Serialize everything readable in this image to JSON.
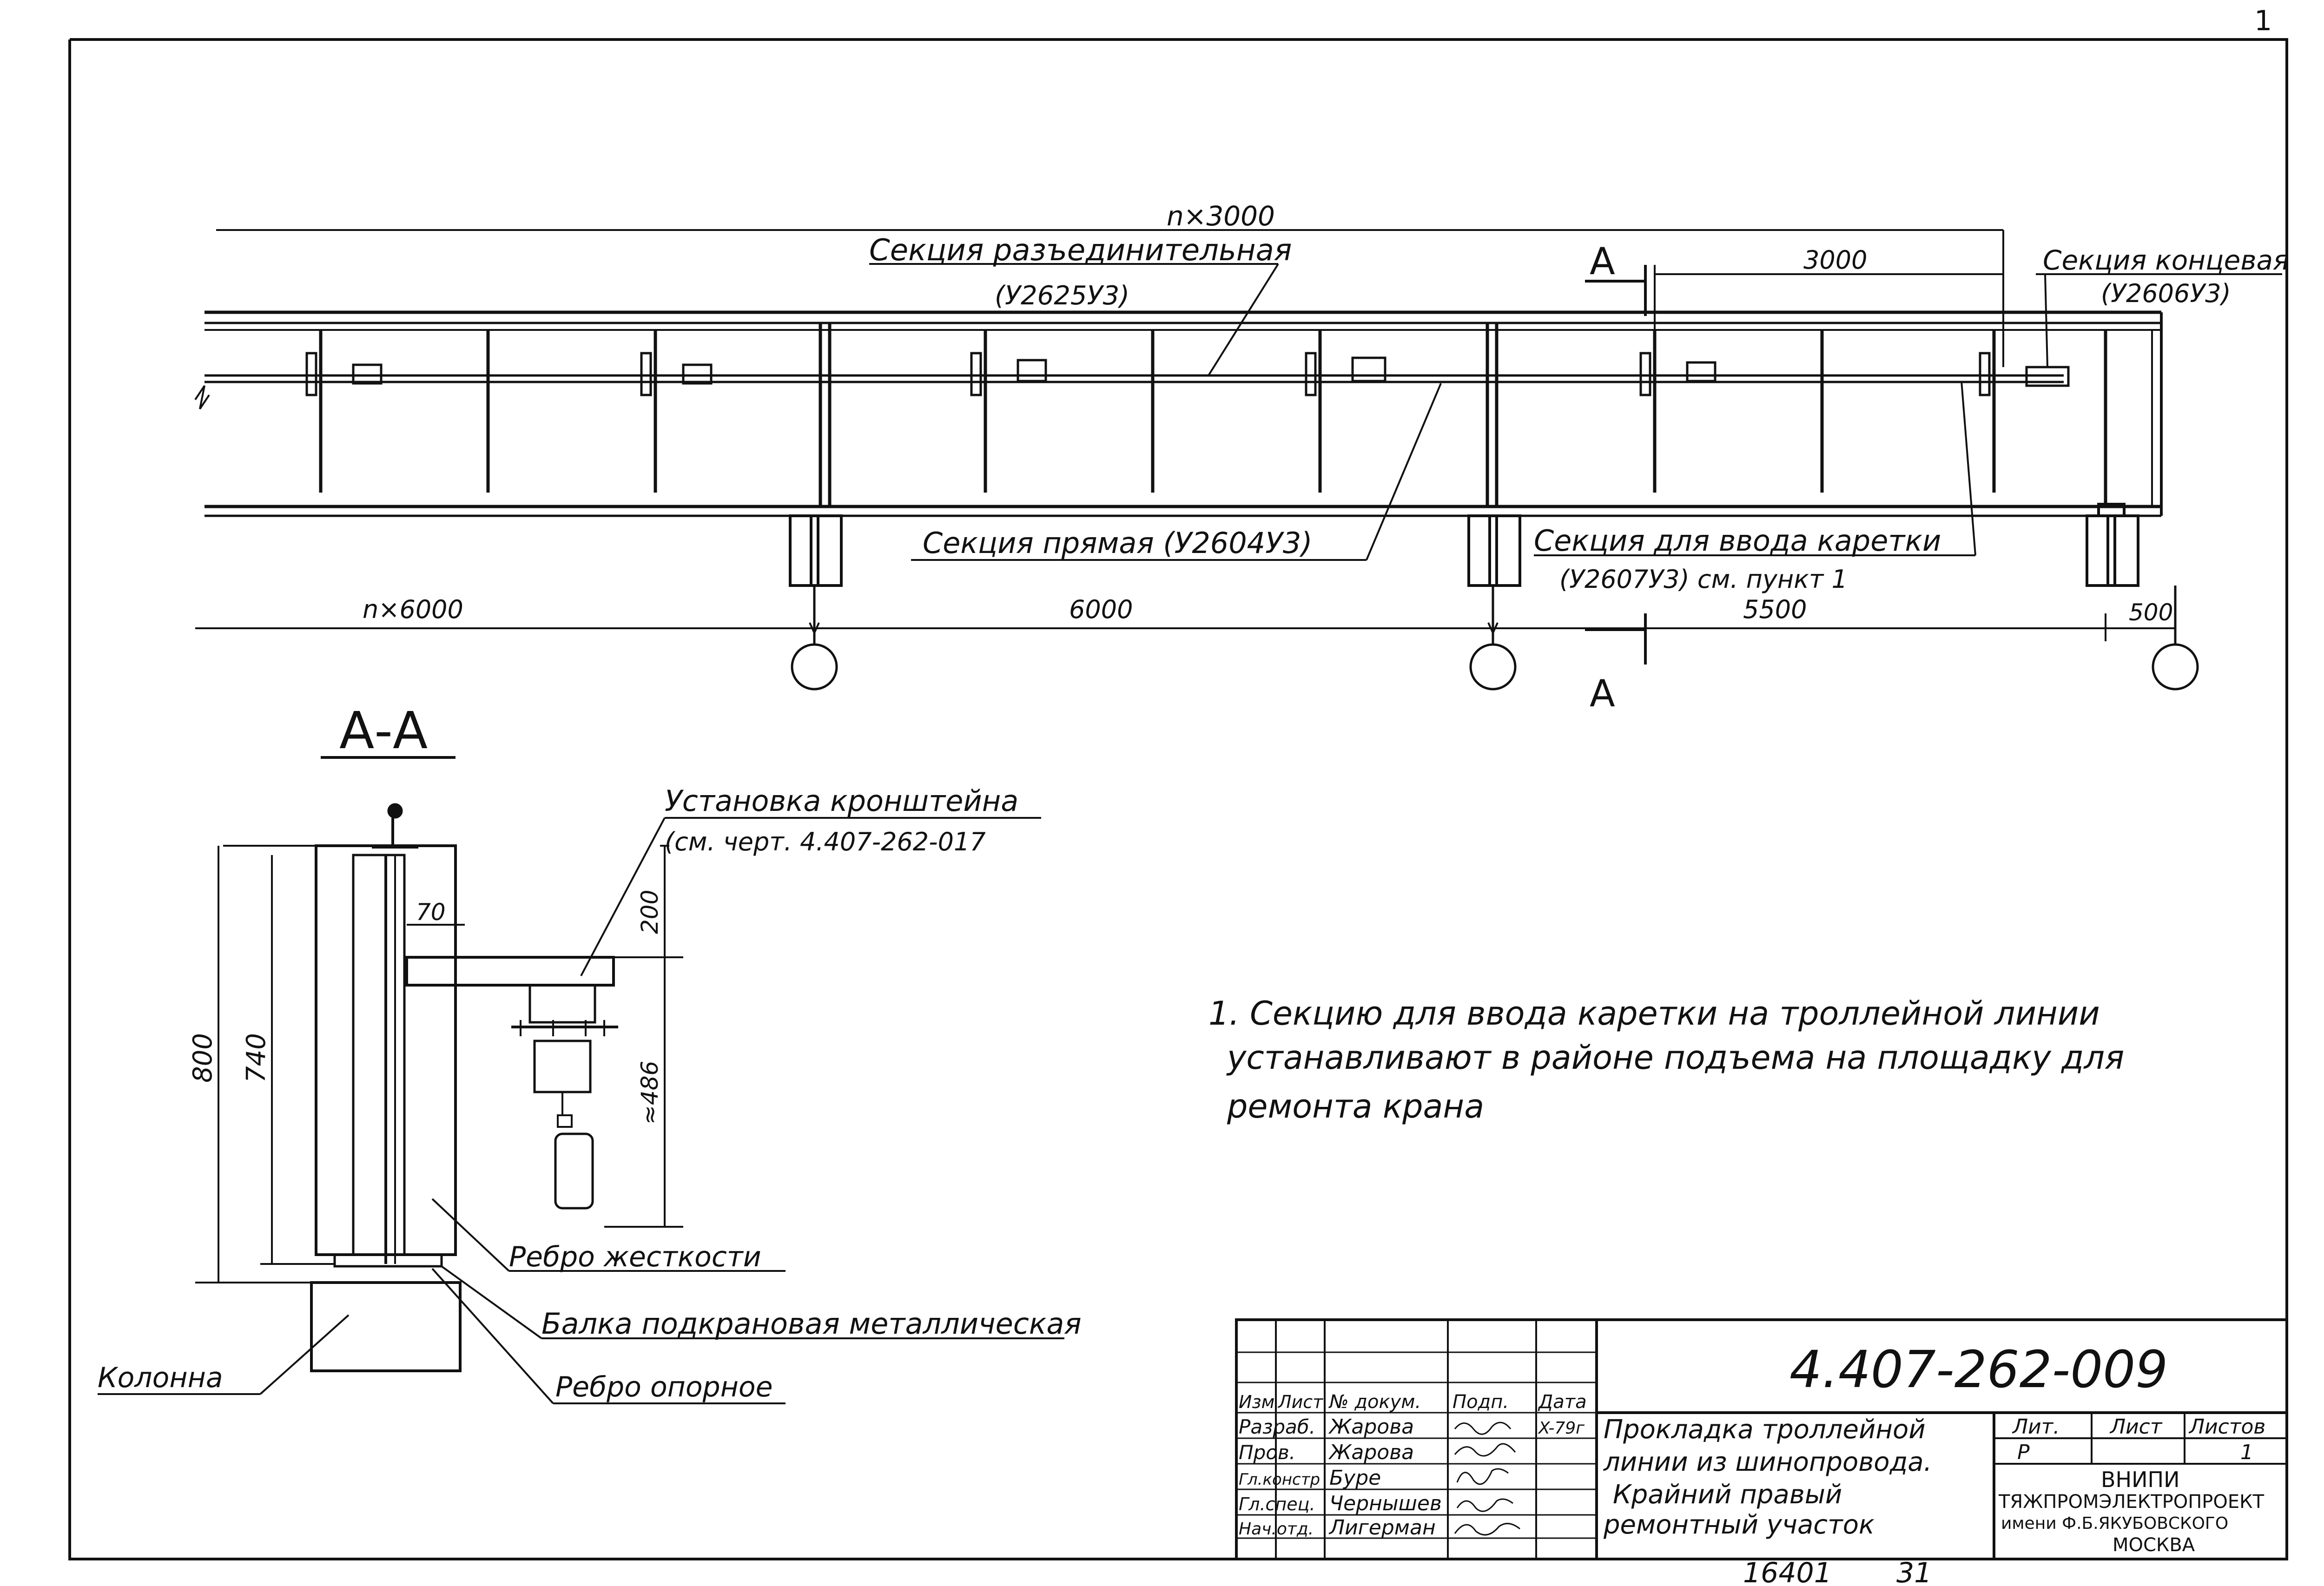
{
  "drawing": {
    "page_corner_mark": "1",
    "elevation": {
      "total_dim": "n×3000",
      "span_dims": [
        "n×6000",
        "6000",
        "5500",
        "500"
      ],
      "top_dim_3000": "3000",
      "section_mark": "A",
      "labels": {
        "disconnect_section": "Секция разъединительная",
        "disconnect_code": "(У2625У3)",
        "end_section": "Секция концевая",
        "end_code": "(У2606У3)",
        "straight_section": "Секция прямая (У2604У3)",
        "carriage_section": "Секция для ввода каретки",
        "carriage_code": "(У2607У3) см. пункт 1"
      }
    },
    "section_aa": {
      "title": "А-А",
      "dims": {
        "h800": "800",
        "h740": "740",
        "w70": "70",
        "h200": "200",
        "h486": "≈486"
      },
      "labels": {
        "bracket": "Установка кронштейна",
        "bracket_ref": "(см. черт. 4.407-262-017",
        "stiffener": "Ребро жесткости",
        "crane_beam": "Балка подкрановая металлическая",
        "support_rib": "Ребро опорное",
        "column": "Колонна"
      }
    },
    "notes": [
      "1. Секцию для ввода каретки на троллейной линии",
      "устанавливают в районе подъема на площадку для",
      "ремонта крана"
    ]
  },
  "title_block": {
    "doc_number": "4.407-262-009",
    "headers": [
      "Изм",
      "Лист",
      "№ докум.",
      "Подп.",
      "Дата"
    ],
    "rows": [
      {
        "role": "Разраб.",
        "name": "Жарова",
        "date": "X-79г"
      },
      {
        "role": "Пров.",
        "name": "Жарова",
        "date": ""
      },
      {
        "role": "Гл.констр",
        "name": "Буре",
        "date": ""
      },
      {
        "role": "Гл.спец.",
        "name": "Чернышев",
        "date": ""
      },
      {
        "role": "Нач.отд.",
        "name": "Лигерман",
        "date": ""
      }
    ],
    "title_lines": [
      "Прокладка троллейной",
      "линии из шинопровода.",
      "Крайний правый",
      "ремонтный участок"
    ],
    "stage_headers": [
      "Лит.",
      "Лист",
      "Листов"
    ],
    "stage_values": [
      "Р",
      "",
      "1"
    ],
    "org_lines": [
      "ВНИПИ",
      "ТЯЖПРОМЭЛЕКТРОПРОЕКТ",
      "имени Ф.Б.ЯКУБОВСКОГО",
      "МОСКВА"
    ],
    "footer_number": "16401",
    "footer_sheet": "31"
  }
}
